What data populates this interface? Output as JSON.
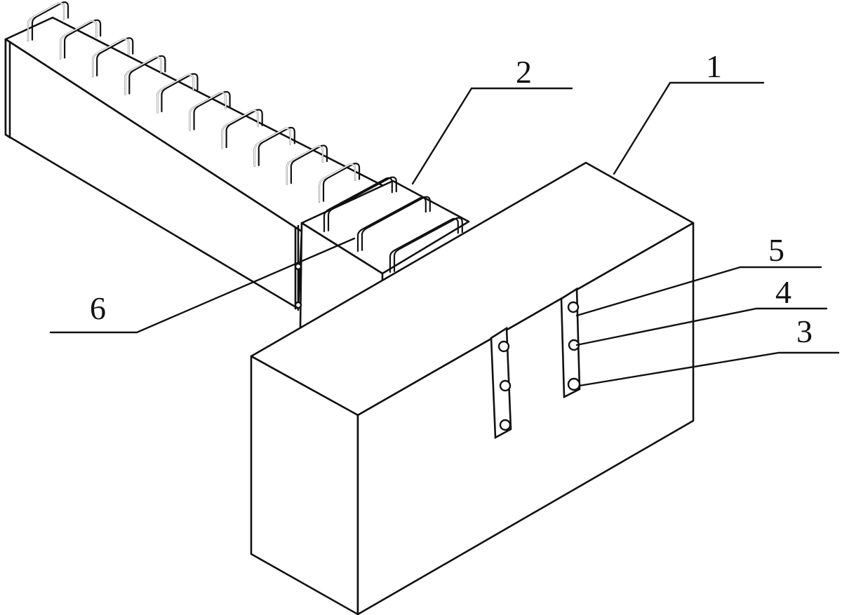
{
  "labels": [
    {
      "id": "label-1",
      "text": "1"
    },
    {
      "id": "label-2",
      "text": "2"
    },
    {
      "id": "label-3",
      "text": "3"
    },
    {
      "id": "label-4",
      "text": "4"
    },
    {
      "id": "label-5",
      "text": "5"
    },
    {
      "id": "label-6",
      "text": "6"
    }
  ],
  "colors": {
    "line": "#111111",
    "background": "#ffffff"
  }
}
